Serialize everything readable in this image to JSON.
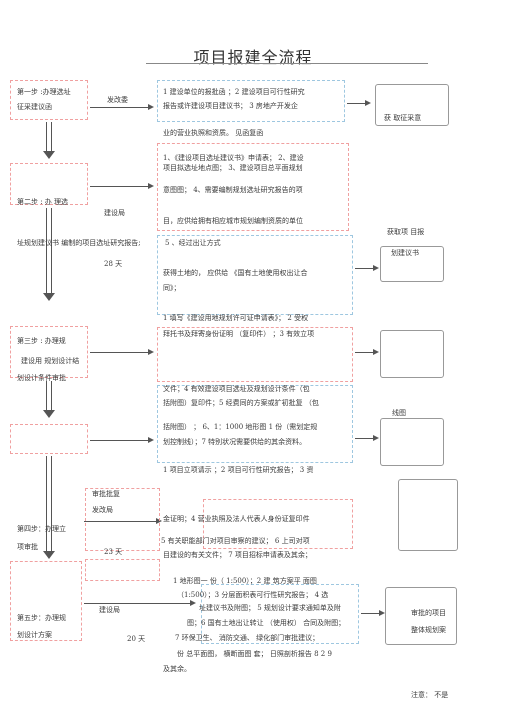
{
  "title": "项目报建全流程",
  "left": {
    "step1_a": "第一步 :办理选址",
    "step1_b": "征采建议函",
    "step2": "第二步 : 办 理选",
    "step2_cont": "址规划建议书 编制的项目选址研究报告;",
    "step3_a": "第三步 : 办理规",
    "step3_b": "建设用 规划设计结",
    "step3_c": "划设计条件审批",
    "step4_a": "第四步：办理立",
    "step4_b": "项审批",
    "step5_a": "第五步：办理规",
    "step5_b": "划设计方案"
  },
  "mid_labels": {
    "fagaiwei": "发改委",
    "jianshe1": "建设局",
    "days28": "28 天",
    "shenpi": "审批批复",
    "fagaiju": "发改局",
    "days23": "23 天",
    "jianshe2": "建设局",
    "days20": "20 天"
  },
  "center": {
    "a1": "1 建设单位的报批函 ；2 建设项目可行性研究",
    "a2": "报告或许建设项目建议书；  3 房地产开发企",
    "b1": "业的营业执照和资质。  见函复函",
    "b2": "1、《建设项目选址建议书》申请表；  2、建设",
    "b3": "项目拟选址地点图；  3、建设项目总平面规划",
    "b4": "意图图；  4、需要编制规划选址研究报告的项",
    "b5": "目，应供给拥有相应城市规划编制资质的单位",
    "b6": "5 、经过出让方式",
    "c1": "获得土地的，  应供给  《国有土地使用权出让合",
    "c2": "同》；",
    "d1": "1 填写《建设用地规划许可证申请表》；  2 受权",
    "d2": "拜托书及拜寄身份证明  （复印件） ；3 有效立项",
    "e1": "文件；4 有效建设项目选址及规划设计条件（包",
    "e2": "括附图）复印件；5 经费同的方案或扩初批复  （包",
    "e3": "括附图） ；  6、1：1000 地形图 1 份（需划定规",
    "e4": "划控制线）；7 特别状况需要供给的其余资料。",
    "e5": "1 项目立项请示 ；2 项目可行性研究报告；  3 资",
    "f1": "金证明；4 营业执照及法人代表人身份证复印件",
    "f2": "5 有关职能部门对项目审察的建议；  6 上司对项",
    "f3": "目建设的有关文件；  7 项目招标申请表及其余；",
    "g1": "1 地形图一 份（ 1:500）；2 建 筑方案平 面图",
    "g2": "（1:500）；3 分层面积表可行性研究报告；  4 选",
    "g3": "址建议书及附图；  5 规划设计要求通知单及附",
    "g4": "图；6 国有土地出让转让  （使用权）  合同及附图；",
    "g5": "7 环保卫生、 消防交通、 绿化部门审批建议；",
    "g6": "份 总平面图， 横断面图 套；  日照剖析报告 8 2 9",
    "g7": "及其余。"
  },
  "right": {
    "r1": "获  取征采意",
    "r2a": "获取项 目报",
    "r2b": "划建议书",
    "r3": "线图",
    "r4a": "审批的项目",
    "r4b": "整体规划案"
  },
  "note": "注意：  不是"
}
